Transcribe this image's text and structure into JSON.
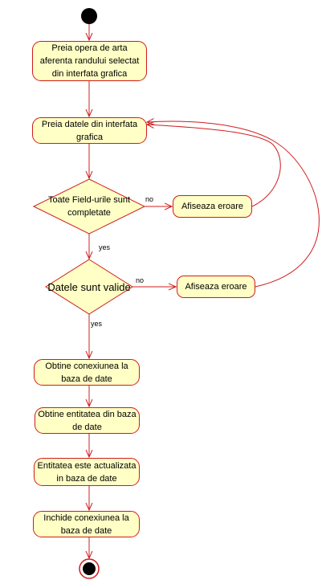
{
  "diagram": {
    "activities": {
      "a1": "Preia opera de arta aferenta randului selectat din interfata grafica",
      "a2": "Preia datele din interfata grafica",
      "err1": "Afiseaza eroare",
      "err2": "Afiseaza eroare",
      "a3": "Obtine conexiunea la baza de date",
      "a4": "Obtine entitatea din baza de date",
      "a5": "Entitatea este actualizata in baza de date",
      "a6": "Inchide conexiunea la baza de date"
    },
    "decisions": {
      "d1": "Toate Field-urile sunt completate",
      "d2": "Datele sunt valide"
    },
    "guards": {
      "no1": "no",
      "yes1": "yes",
      "no2": "no",
      "yes2": "yes"
    },
    "colors": {
      "line": "#d01c1c",
      "fill": "#ffffc6",
      "start": "#000000"
    }
  }
}
